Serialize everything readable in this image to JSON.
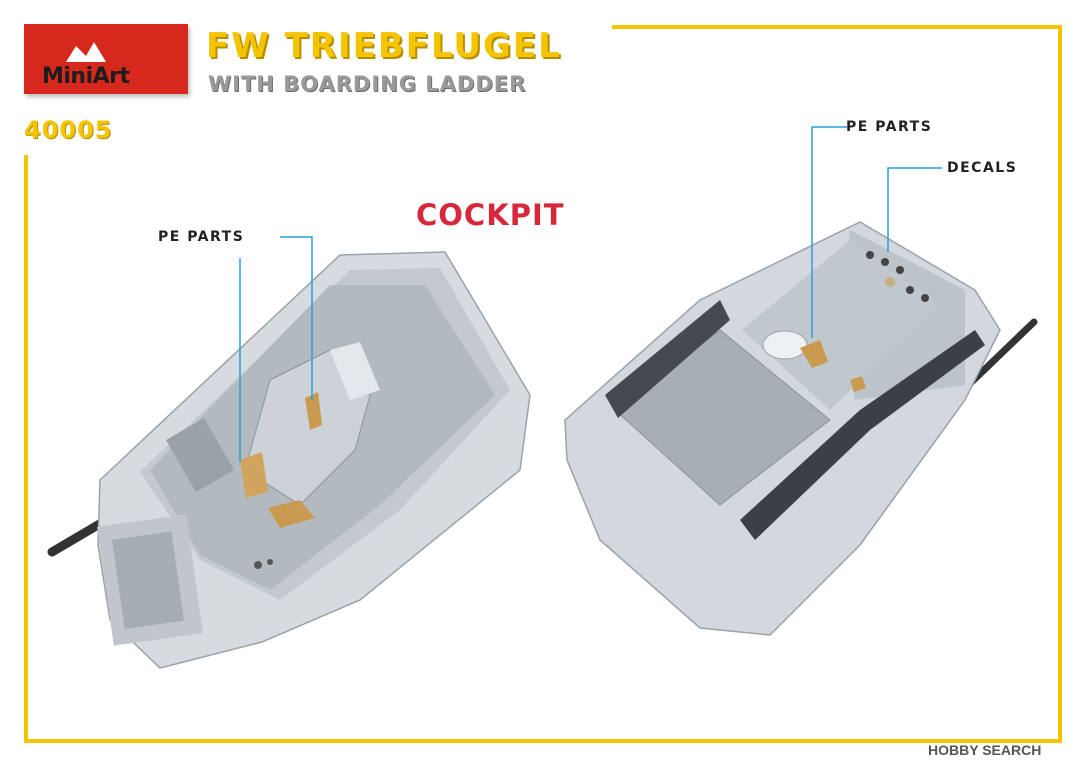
{
  "brand": {
    "name": "MiniArt",
    "color": "#d7281d"
  },
  "product": {
    "title": "FW TRIEBFLUGEL",
    "subtitle": "WITH BOARDING LADDER",
    "code": "40005"
  },
  "section_title": "COCKPIT",
  "callouts": [
    {
      "id": "left-pe",
      "label": "PE PARTS"
    },
    {
      "id": "right-pe",
      "label": "PE PARTS"
    },
    {
      "id": "right-decals",
      "label": "DECALS"
    }
  ],
  "watermark": "HOBBY SEARCH",
  "colors": {
    "frame": "#f5c400",
    "accent": "#d7283b",
    "leader_line": "#2a9fd6"
  }
}
